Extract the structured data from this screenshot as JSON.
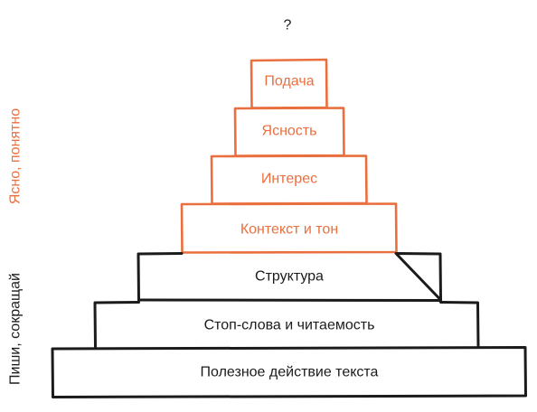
{
  "top_mark": "?",
  "colors": {
    "accent": "#ea6f3e",
    "ink": "#1b1b1b",
    "background": "#ffffff"
  },
  "side_labels": [
    {
      "text": "Ясно, понятно",
      "color": "#ea6f3e"
    },
    {
      "text": "Пиши, сокращай",
      "color": "#1b1b1b"
    }
  ],
  "pyramid": [
    {
      "label": "Подача",
      "group": "orange"
    },
    {
      "label": "Ясность",
      "group": "orange"
    },
    {
      "label": "Интерес",
      "group": "orange"
    },
    {
      "label": "Контекст и тон",
      "group": "orange"
    },
    {
      "label": "Структура",
      "group": "black"
    },
    {
      "label": "Стоп-слова и читаемость",
      "group": "black"
    },
    {
      "label": "Полезное действие текста",
      "group": "black"
    }
  ]
}
